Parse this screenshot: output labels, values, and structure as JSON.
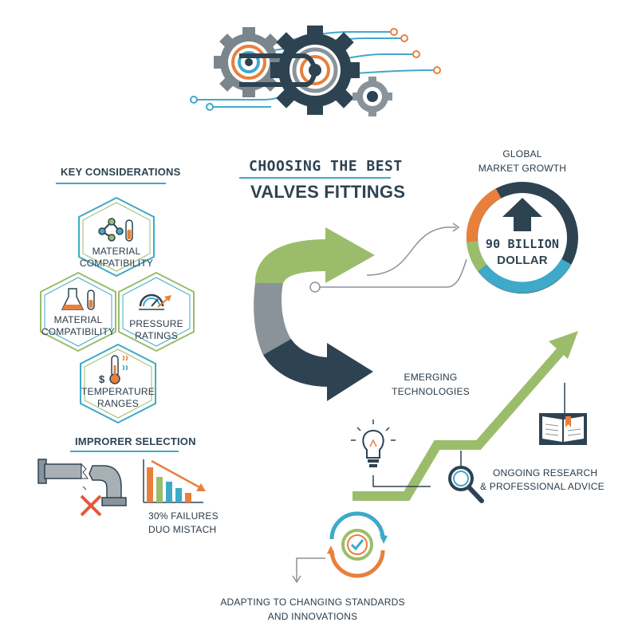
{
  "title": {
    "line1": "CHOOSING THE BEST",
    "line2": "VALVES FITTINGS"
  },
  "key_considerations": {
    "heading": "KEY CONSIDERATIONS",
    "items": [
      {
        "label_line1": "MATERIAL",
        "label_line2": "COMPATIBILITY",
        "icon": "molecule-test-tube-icon"
      },
      {
        "label_line1": "MATERIAL",
        "label_line2": "COMPATIBILITY",
        "icon": "flask-test-tube-icon"
      },
      {
        "label_line1": "PRESSURE",
        "label_line2": "RATINGS",
        "icon": "pressure-gauge-icon"
      },
      {
        "label_line1": "TEMPERATURE",
        "label_line2": "RANGES",
        "icon": "thermometer-icon"
      }
    ]
  },
  "improper_selection": {
    "heading": "IMPRORER SELECTION",
    "stat_line1": "30% FAILURES",
    "stat_line2": "DUO MISTACH",
    "icons": [
      "broken-pipe-icon",
      "x-mark-icon",
      "declining-bar-chart-icon"
    ]
  },
  "market": {
    "label_line1": "GLOBAL",
    "label_line2": "MARKET GROWTH",
    "value_line1": "90 BILLION",
    "value_line2": "DOLLAR"
  },
  "emerging": {
    "label_line1": "EMERGING",
    "label_line2": "TECHNOLOGIES",
    "icon": "lightbulb-icon"
  },
  "research": {
    "label_line1": "ONGOING RESEARCH",
    "label_line2": "& PROFESSIONAL ADVICE",
    "icons": [
      "magnifier-icon",
      "open-book-icon"
    ]
  },
  "adapting": {
    "label_line1": "ADAPTING TO CHANGING STANDARDS",
    "label_line2": "AND INNOVATIONS",
    "icon": "cycle-check-icon"
  },
  "colors": {
    "green": "#9bbd6b",
    "navy": "#2e4352",
    "gray": "#8a939a",
    "orange": "#e8803c",
    "teal": "#3fa9c9"
  }
}
